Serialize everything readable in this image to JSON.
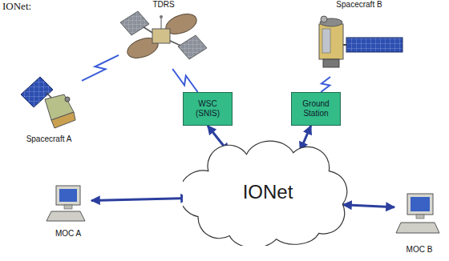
{
  "diagram": {
    "nodes": [
      {
        "text": [
          "TDRS"
        ]
      },
      {
        "text": [
          "Spacecraft B"
        ]
      },
      {
        "text": [
          "Spacecraft A"
        ]
      },
      {
        "text": [
          "WSC (SNIS)"
        ]
      },
      {
        "text": [
          "Ground Station"
        ]
      },
      {
        "text": [
          "MOC A"
        ]
      },
      {
        "text": [
          "IONet"
        ]
      },
      {
        "text": [
          "MOC B"
        ]
      }
    ],
    "edges": [
      {
        "from": 2,
        "to": 0,
        "arrow": "none"
      },
      {
        "from": 0,
        "to": 3,
        "arrow": "none"
      },
      {
        "from": 4,
        "to": 1,
        "arrow": "none"
      },
      {
        "from": 3,
        "to": 6,
        "arrow": "both"
      },
      {
        "from": 4,
        "to": 6,
        "arrow": "both"
      },
      {
        "from": 5,
        "to": 6,
        "arrow": "both"
      },
      {
        "from": 6,
        "to": 7,
        "arrow": "both"
      }
    ],
    "labels": [
      "IONet:"
    ]
  }
}
